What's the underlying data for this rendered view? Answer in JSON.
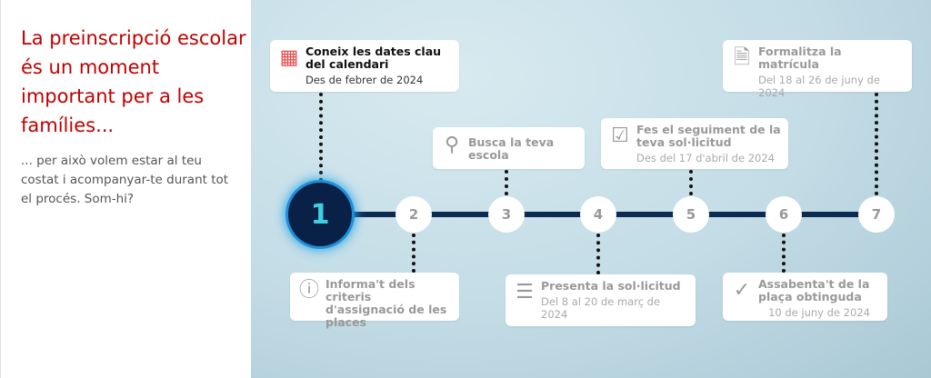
{
  "intro": {
    "title": "La preinscripció escolar és un moment important per a les famílies...",
    "subtitle": "... per això volem estar al teu costat i acompanyar-te durant tot el procés. Som-hi?"
  },
  "colors": {
    "accent": "#c00000",
    "timeline": "#0d2a52",
    "active_glow": "#2aa7e8"
  },
  "steps": [
    {
      "number": "1",
      "title": "Coneix les dates clau del calendari",
      "date": "Des de febrer de 2024",
      "icon": "calendar-icon",
      "active": true
    },
    {
      "number": "2",
      "title": "Informa't dels criteris d'assignació de les places",
      "date": "",
      "icon": "info-icon"
    },
    {
      "number": "3",
      "title": "Busca la teva escola",
      "date": "",
      "icon": "search-icon"
    },
    {
      "number": "4",
      "title": "Presenta la sol·licitud",
      "date": "Del 8 al 20  de març de 2024",
      "icon": "form-icon"
    },
    {
      "number": "5",
      "title": "Fes el seguiment de la teva sol·licitud",
      "date": "Des del 17 d'abril de 2024",
      "icon": "checklist-icon"
    },
    {
      "number": "6",
      "title": "Assabenta't de la plaça obtinguda",
      "date": "10 de juny de 2024",
      "icon": "check-circle-icon"
    },
    {
      "number": "7",
      "title": "Formalitza la matrícula",
      "date": "Del 18 al 26 de juny de 2024",
      "icon": "document-icon"
    }
  ]
}
